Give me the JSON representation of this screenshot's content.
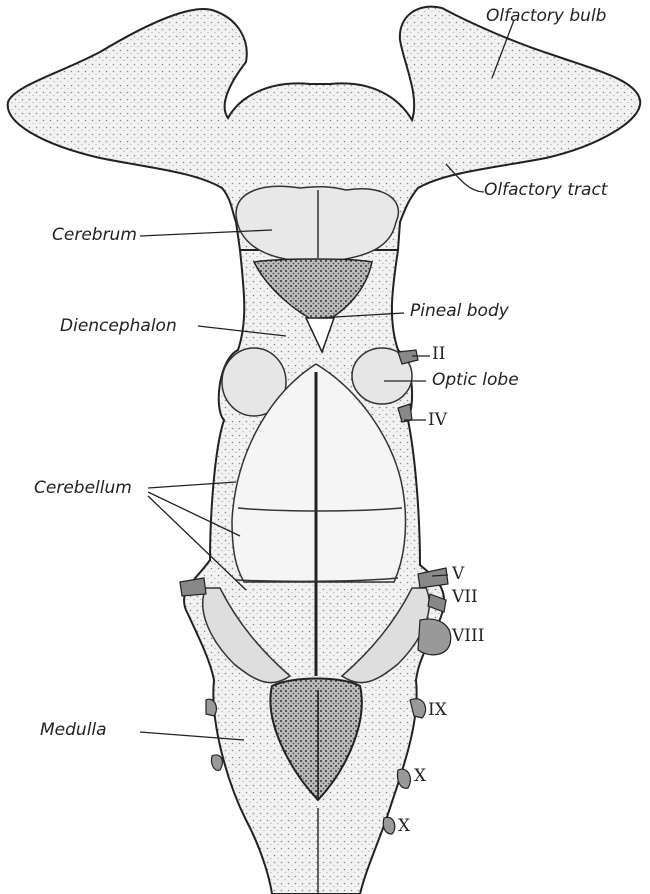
{
  "labels": {
    "olfactory_bulb": "Olfactory bulb",
    "olfactory_tract": "Olfactory tract",
    "cerebrum": "Cerebrum",
    "pineal_body": "Pineal body",
    "diencephalon": "Diencephalon",
    "optic_lobe": "Optic lobe",
    "cerebellum": "Cerebellum",
    "medulla": "Medulla"
  },
  "nerves": {
    "n2": "II",
    "n4": "IV",
    "n5": "V",
    "n7": "VII",
    "n8": "VIII",
    "n9": "IX",
    "n10a": "X",
    "n10b": "X"
  }
}
